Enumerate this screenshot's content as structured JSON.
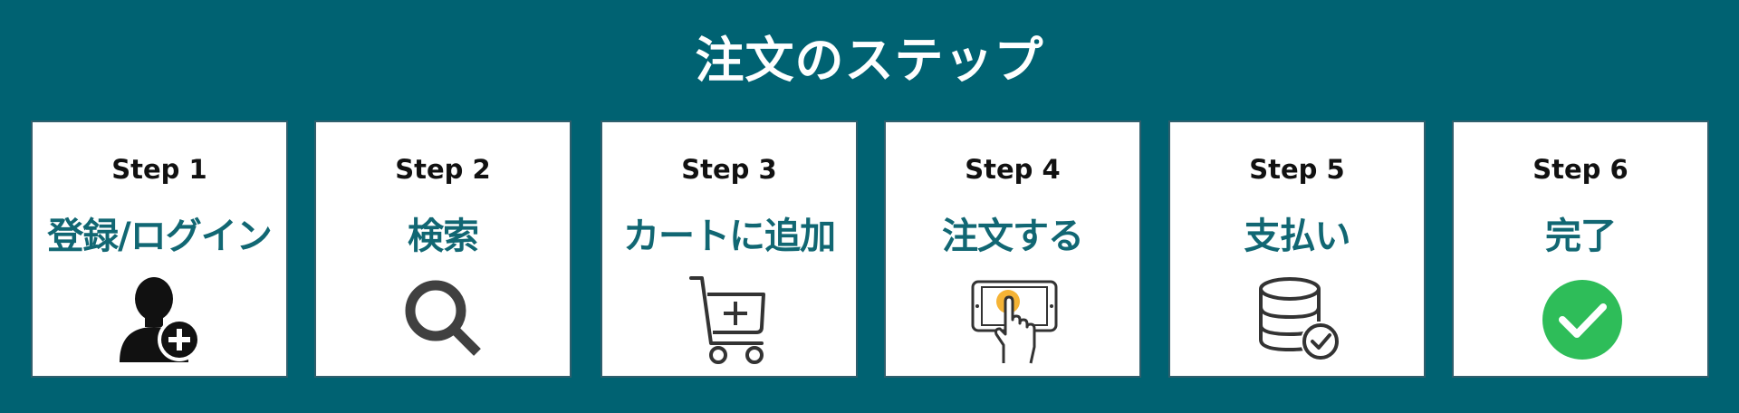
{
  "title": "注文のステップ",
  "colors": {
    "background": "#006272",
    "card": "#ffffff",
    "label": "#116773",
    "accent_orange": "#f5b335",
    "accent_green": "#2ebd59"
  },
  "steps": [
    {
      "number": "Step 1",
      "label": "登録/ログイン",
      "icon": "user-add-icon"
    },
    {
      "number": "Step 2",
      "label": "検索",
      "icon": "search-icon"
    },
    {
      "number": "Step 3",
      "label": "カートに追加",
      "icon": "cart-add-icon"
    },
    {
      "number": "Step 4",
      "label": "注文する",
      "icon": "tablet-tap-icon"
    },
    {
      "number": "Step 5",
      "label": "支払い",
      "icon": "database-check-icon"
    },
    {
      "number": "Step 6",
      "label": "完了",
      "icon": "check-circle-icon"
    }
  ]
}
